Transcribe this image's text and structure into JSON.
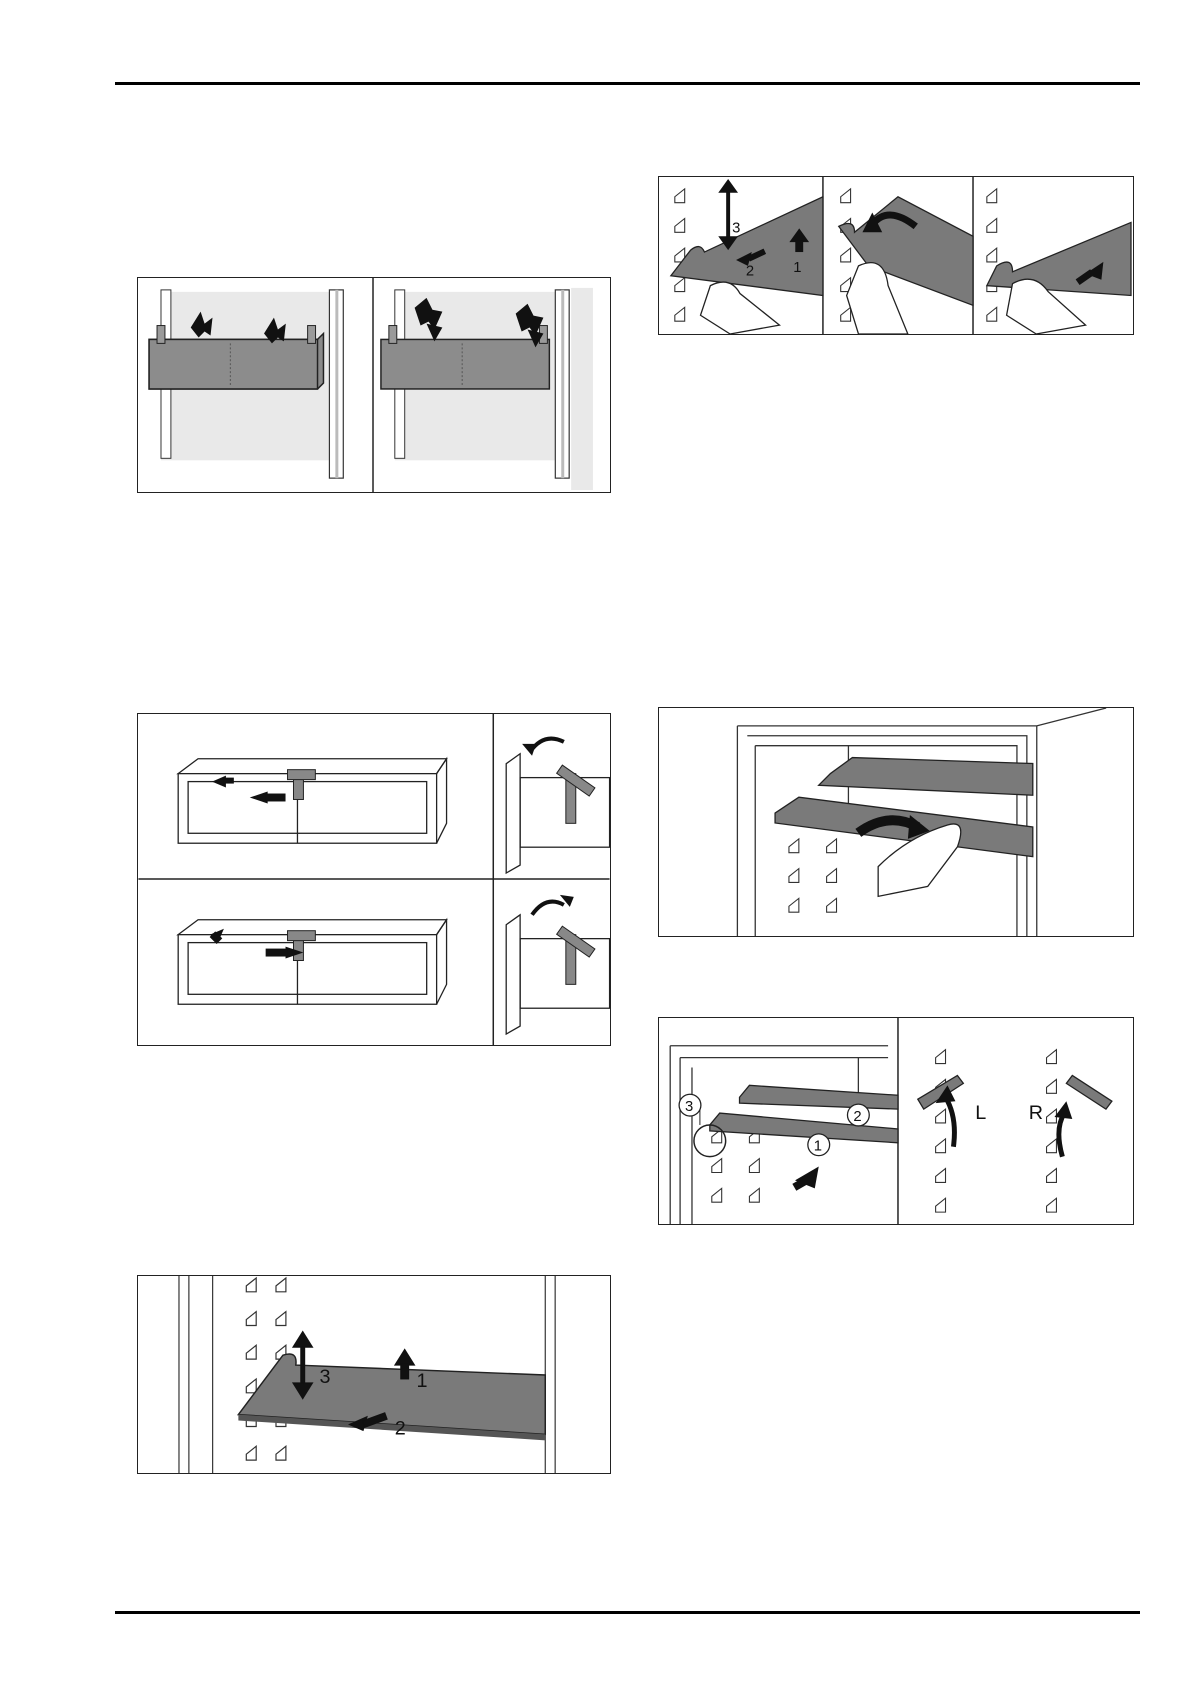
{
  "page": {
    "background": "#ffffff",
    "rule_color": "#000000",
    "shelf_color": "#7a7a7a"
  },
  "figures": {
    "door_rack_removal": {
      "icons": [
        "lift-arrow-icon",
        "lift-and-push-arrow-icon"
      ]
    },
    "rack_divider": {
      "icons": [
        "slide-left-arrow-icon",
        "slide-right-arrow-icon",
        "rotate-arrow-icon"
      ]
    },
    "glass_shelf_removal": {
      "step_labels": [
        "3",
        "1",
        "2"
      ]
    },
    "glass_shelf_hands": {
      "step_labels": [
        "3",
        "2",
        "1"
      ]
    },
    "shelf_insert": {
      "icons": [
        "push-curved-arrow-icon"
      ]
    },
    "shelf_support": {
      "circle_labels": [
        "3",
        "2",
        "1"
      ],
      "side_labels": [
        "L",
        "R"
      ]
    }
  }
}
